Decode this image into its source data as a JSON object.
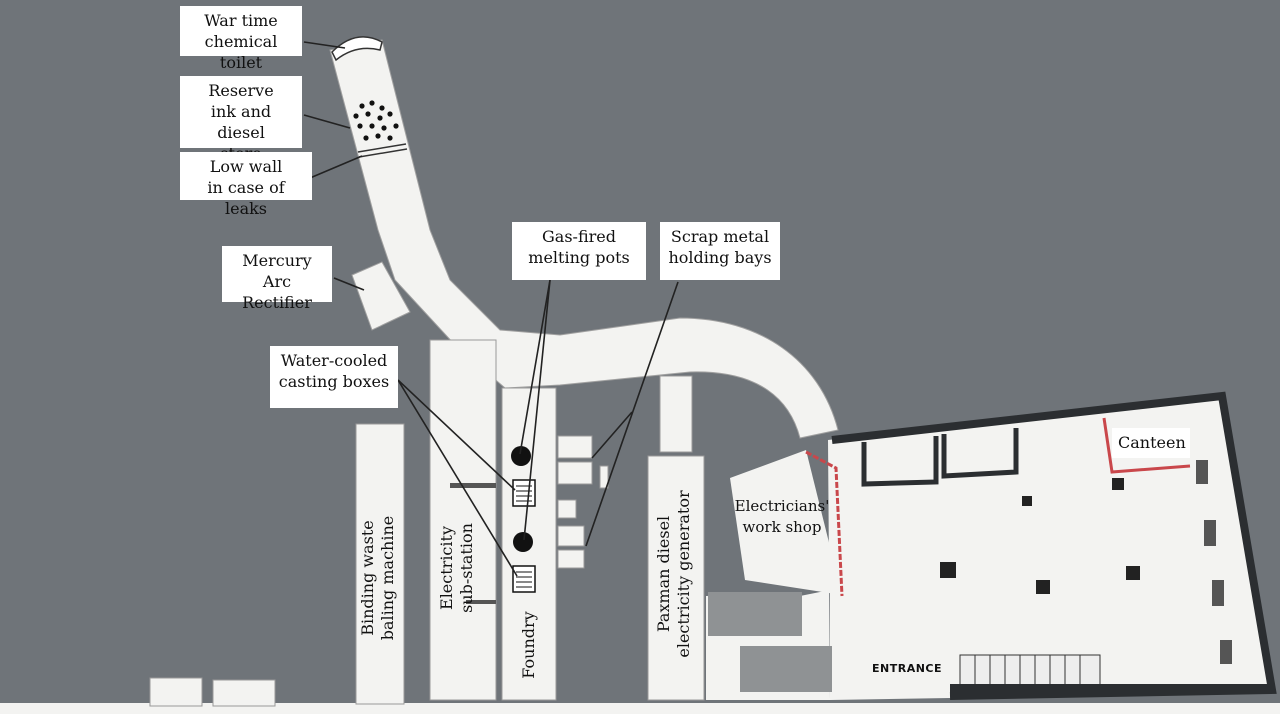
{
  "labels": {
    "toilet": "War time\nchemical toilet",
    "ink_store": "Reserve\nink and diesel\nstore",
    "low_wall": "Low wall\nin case of leaks",
    "rectifier": "Mercury Arc\nRectifier",
    "melting_pots": "Gas-fired\nmelting pots",
    "scrap_bays": "Scrap metal\nholding bays",
    "casting_boxes": "Water-cooled\ncasting boxes",
    "canteen": "Canteen",
    "electricians": "Electricians'\nwork shop",
    "baling": "Binding waste\nbaling machine",
    "substation": "Electricity\nsub-station",
    "foundry": "Foundry",
    "paxman": "Paxman diesel\nelectricity generator",
    "entrance": "ENTRANCE"
  },
  "colors": {
    "background": "#6f7479",
    "floor": "#f3f3f1",
    "wall": "#2b2e31",
    "partition": "#c9474b",
    "line": "#222222"
  }
}
